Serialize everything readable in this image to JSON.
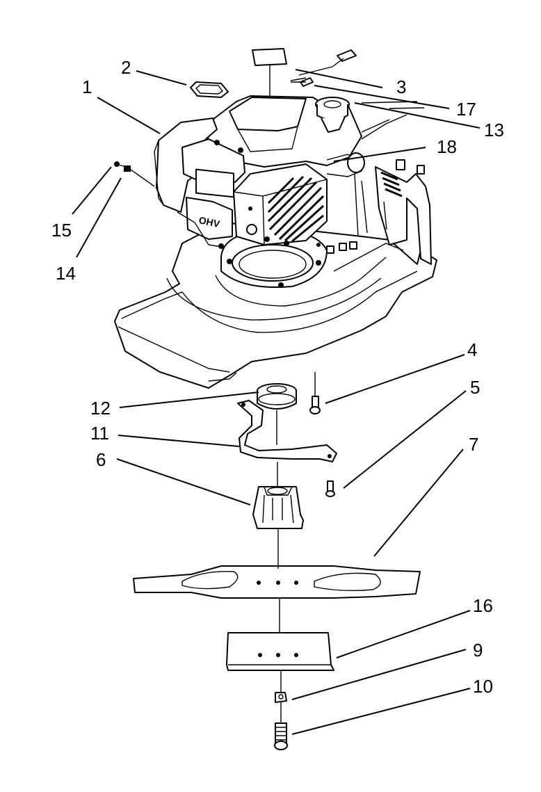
{
  "callouts": {
    "c1": "1",
    "c2": "2",
    "c3": "3",
    "c4": "4",
    "c5": "5",
    "c6": "6",
    "c7": "7",
    "c9": "9",
    "c10": "10",
    "c11": "11",
    "c12": "12",
    "c13": "13",
    "c14": "14",
    "c15": "15",
    "c16": "16",
    "c17": "17",
    "c18": "18"
  },
  "engine_label": "OHV",
  "footer_text": "",
  "colors": {
    "line": "#000000",
    "background": "#ffffff"
  }
}
